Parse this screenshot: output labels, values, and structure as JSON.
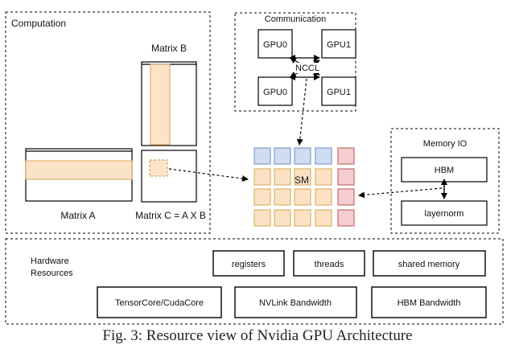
{
  "computation": {
    "title": "Computation",
    "matrix_a_label": "Matrix A",
    "matrix_b_label": "Matrix B",
    "matrix_c_label": "Matrix C = A X B"
  },
  "communication": {
    "title": "Communication",
    "gpus": [
      "GPU0",
      "GPU1",
      "GPU0",
      "GPU1"
    ],
    "nccl_label": "NCCL"
  },
  "sm": {
    "label": "SM"
  },
  "memory_io": {
    "title": "Memory IO",
    "hbm_label": "HBM",
    "layernorm_label": "layernorm"
  },
  "hardware": {
    "title_line1": "Hardware",
    "title_line2": "Resources",
    "row1": [
      "registers",
      "threads",
      "shared memory"
    ],
    "row2": [
      "TensorCore/CudaCore",
      "NVLink Bandwidth",
      "HBM Bandwidth"
    ]
  },
  "caption": "Fig. 3: Resource view of Nvidia GPU Architecture",
  "colors": {
    "highlight_fill": "#fbe3c8",
    "highlight_stroke": "#d9a55b",
    "sm_blue_fill": "#cfdcf2",
    "sm_blue_stroke": "#6c8ebf",
    "sm_orange_fill": "#fce2c4",
    "sm_orange_stroke": "#d6a64f",
    "sm_red_fill": "#f6cdd0",
    "sm_red_stroke": "#b85450"
  }
}
